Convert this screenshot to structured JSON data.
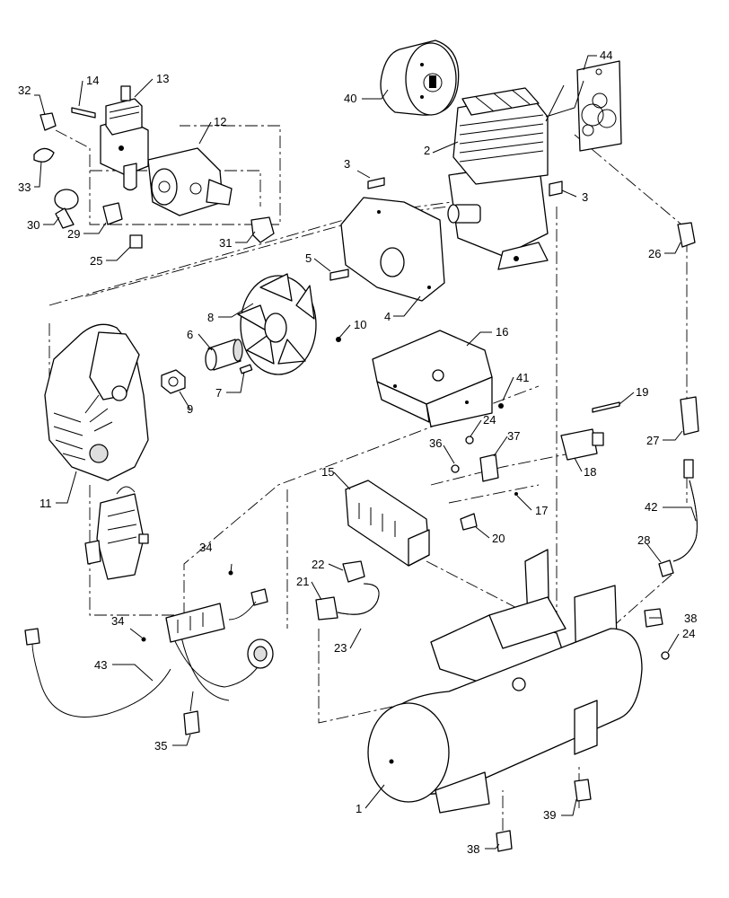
{
  "callouts": [
    {
      "id": "1",
      "text": "1"
    },
    {
      "id": "2",
      "text": "2"
    },
    {
      "id": "3a",
      "text": "3"
    },
    {
      "id": "3b",
      "text": "3"
    },
    {
      "id": "4",
      "text": "4"
    },
    {
      "id": "5",
      "text": "5"
    },
    {
      "id": "6",
      "text": "6"
    },
    {
      "id": "7",
      "text": "7"
    },
    {
      "id": "8",
      "text": "8"
    },
    {
      "id": "9",
      "text": "9"
    },
    {
      "id": "10",
      "text": "10"
    },
    {
      "id": "11",
      "text": "11"
    },
    {
      "id": "12",
      "text": "12"
    },
    {
      "id": "13",
      "text": "13"
    },
    {
      "id": "14",
      "text": "14"
    },
    {
      "id": "15",
      "text": "15"
    },
    {
      "id": "16",
      "text": "16"
    },
    {
      "id": "17",
      "text": "17"
    },
    {
      "id": "18",
      "text": "18"
    },
    {
      "id": "19",
      "text": "19"
    },
    {
      "id": "20",
      "text": "20"
    },
    {
      "id": "21",
      "text": "21"
    },
    {
      "id": "22",
      "text": "22"
    },
    {
      "id": "23",
      "text": "23"
    },
    {
      "id": "24a",
      "text": "24"
    },
    {
      "id": "24b",
      "text": "24"
    },
    {
      "id": "25",
      "text": "25"
    },
    {
      "id": "26",
      "text": "26"
    },
    {
      "id": "27",
      "text": "27"
    },
    {
      "id": "28",
      "text": "28"
    },
    {
      "id": "29",
      "text": "29"
    },
    {
      "id": "30",
      "text": "30"
    },
    {
      "id": "31",
      "text": "31"
    },
    {
      "id": "32",
      "text": "32"
    },
    {
      "id": "33",
      "text": "33"
    },
    {
      "id": "34a",
      "text": "34"
    },
    {
      "id": "34b",
      "text": "34"
    },
    {
      "id": "35",
      "text": "35"
    },
    {
      "id": "36",
      "text": "36"
    },
    {
      "id": "37",
      "text": "37"
    },
    {
      "id": "38a",
      "text": "38"
    },
    {
      "id": "38b",
      "text": "38"
    },
    {
      "id": "39",
      "text": "39"
    },
    {
      "id": "40",
      "text": "40"
    },
    {
      "id": "41",
      "text": "41"
    },
    {
      "id": "42",
      "text": "42"
    },
    {
      "id": "43",
      "text": "43"
    },
    {
      "id": "44",
      "text": "44"
    }
  ]
}
